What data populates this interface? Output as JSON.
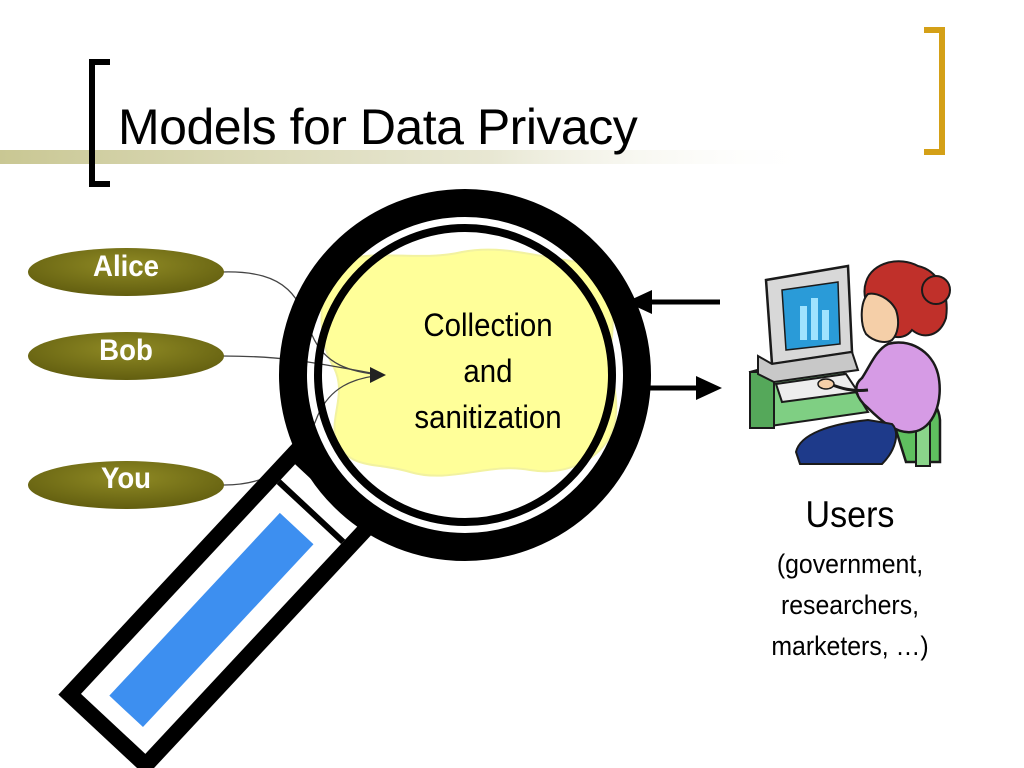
{
  "slide": {
    "title": "Models for Data Privacy"
  },
  "people": [
    {
      "label": "Alice"
    },
    {
      "label": "Bob"
    },
    {
      "label": "You"
    }
  ],
  "center": {
    "lines": [
      "Collection",
      "and",
      "sanitization"
    ]
  },
  "users": {
    "title": "Users",
    "lines": [
      "(government,",
      "researchers,",
      "marketers, …)"
    ]
  },
  "colors": {
    "accent_bracket": "#D4A017",
    "title_bar": "#C9C793",
    "person_oval": "#7A7518",
    "blob": "#FFFF99",
    "handle": "#3D8FF0"
  },
  "icons": {
    "magnifier": "magnifier-icon",
    "user_at_computer": "user-at-computer-icon"
  }
}
